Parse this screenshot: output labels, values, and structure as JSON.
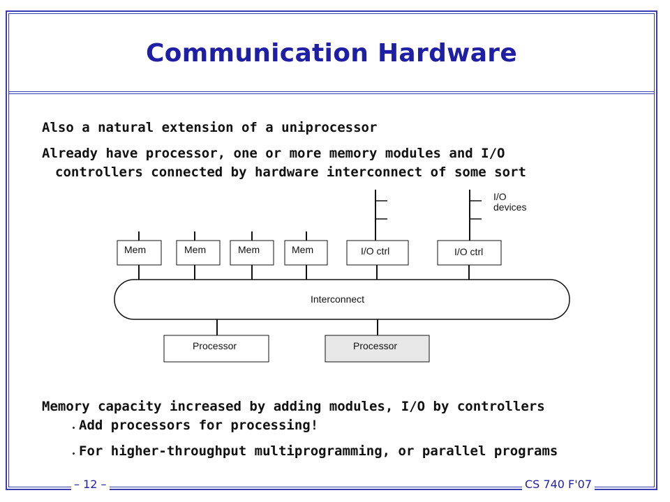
{
  "slide": {
    "title": "Communication Hardware",
    "lines": [
      "Also a natural extension of a uniprocessor",
      "Already have processor, one or more memory modules and I/O",
      "controllers connected by hardware interconnect of some sort",
      "Memory capacity increased by adding modules, I/O by controllers"
    ],
    "bullets": [
      "Add processors for processing!",
      "For higher-throughput multiprogramming, or parallel programs"
    ],
    "footer": {
      "page": "– 12 –",
      "course": "CS 740 F'07"
    }
  },
  "diagram": {
    "mem_labels": [
      "Mem",
      "Mem",
      "Mem",
      "Mem"
    ],
    "io_labels": [
      "I/O ctrl",
      "I/O ctrl"
    ],
    "interconnect_label": "Interconnect",
    "processor_labels": [
      "Processor",
      "Processor"
    ],
    "io_devices_label": [
      "I/O",
      "devices"
    ],
    "colors": {
      "frame": "#3b3bb8",
      "title": "#1f1fa6",
      "processor_shaded": "#e8e8e8"
    }
  }
}
